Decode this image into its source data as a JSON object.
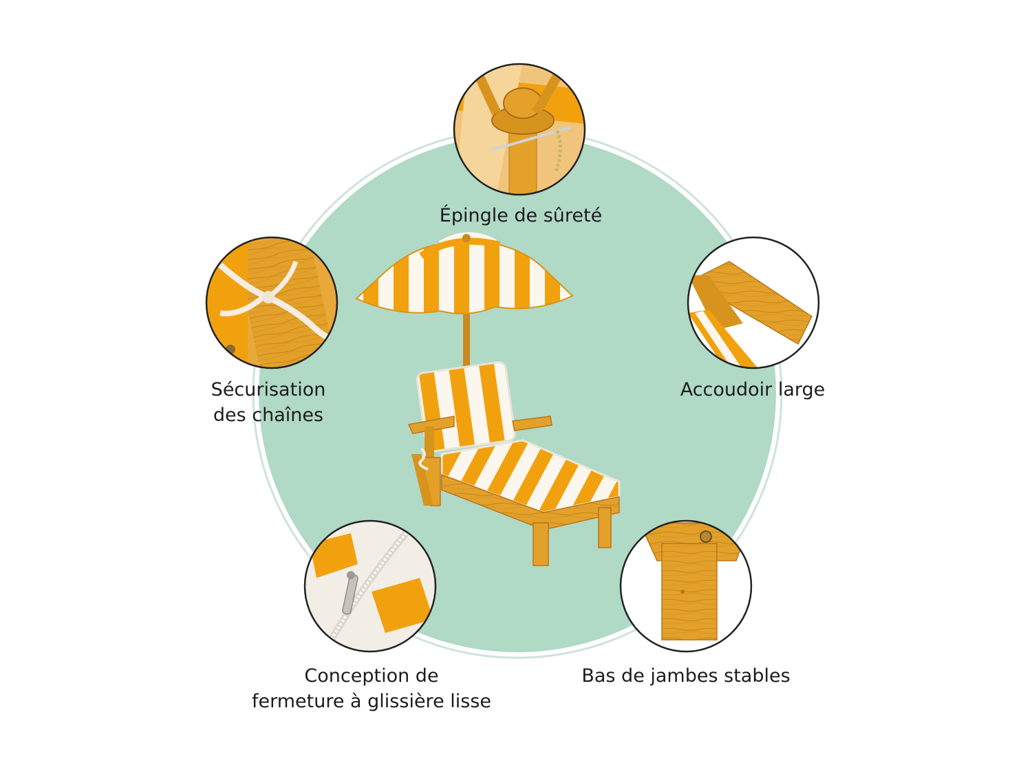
{
  "features": {
    "safety_pin": {
      "label": "Épingle de sûreté",
      "icon": "umbrella-pin-detail"
    },
    "chain_securing": {
      "lines": [
        "Sécurisation",
        "des chaînes"
      ],
      "icon": "cushion-tie-detail"
    },
    "wide_armrest": {
      "label": "Accoudoir large",
      "icon": "armrest-detail"
    },
    "zipper": {
      "lines": [
        "Conception de",
        "fermeture à glissière lisse"
      ],
      "icon": "zipper-detail"
    },
    "stable_legs": {
      "label": "Bas de jambes stables",
      "icon": "leg-detail"
    }
  },
  "colors": {
    "background_disc": "#b0d9c6",
    "disc_ring": "#cfe3da",
    "stripe_orange": "#f2a10e",
    "stripe_white": "#fbf7ef",
    "wood": "#e3a12a",
    "wood_dark": "#b9761a",
    "badge_border": "#222222",
    "text": "#1c1c1c"
  }
}
